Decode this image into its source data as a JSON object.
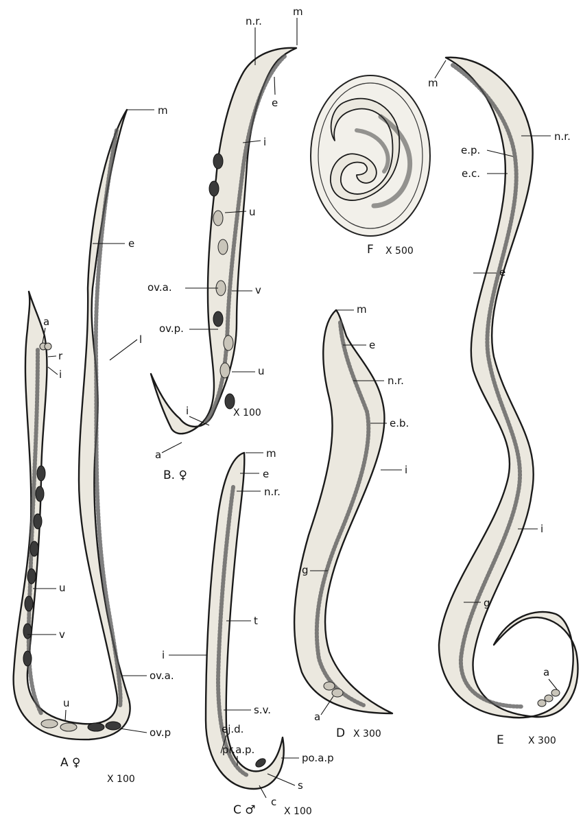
{
  "figures": {
    "A": {
      "caption": "A ♀",
      "magnification": "X 100",
      "labels": [
        "a",
        "r",
        "i",
        "m",
        "e",
        "l",
        "u",
        "v",
        "u",
        "ov.a.",
        "ov.p"
      ]
    },
    "B": {
      "caption": "B. ♀",
      "magnification": "X 100",
      "labels": [
        "n.r.",
        "m",
        "e",
        "i",
        "u",
        "ov.a.",
        "v",
        "ov.p.",
        "u",
        "i",
        "a"
      ]
    },
    "C": {
      "caption": "C ♂",
      "magnification": "X 100",
      "labels": [
        "m",
        "e",
        "n.r.",
        "t",
        "i",
        "s.v.",
        "ej.d.",
        "pr.a.p.",
        "po.a.p",
        "s",
        "c"
      ]
    },
    "D": {
      "caption": "D",
      "magnification": "X 300",
      "labels": [
        "m",
        "e",
        "n.r.",
        "e.b.",
        "i",
        "g",
        "a"
      ]
    },
    "E": {
      "caption": "E",
      "magnification": "X 300",
      "labels": [
        "m",
        "n.r.",
        "e.p.",
        "e.c.",
        "e",
        "i",
        "g",
        "a"
      ]
    },
    "F": {
      "caption": "F",
      "magnification": "X 500"
    }
  }
}
